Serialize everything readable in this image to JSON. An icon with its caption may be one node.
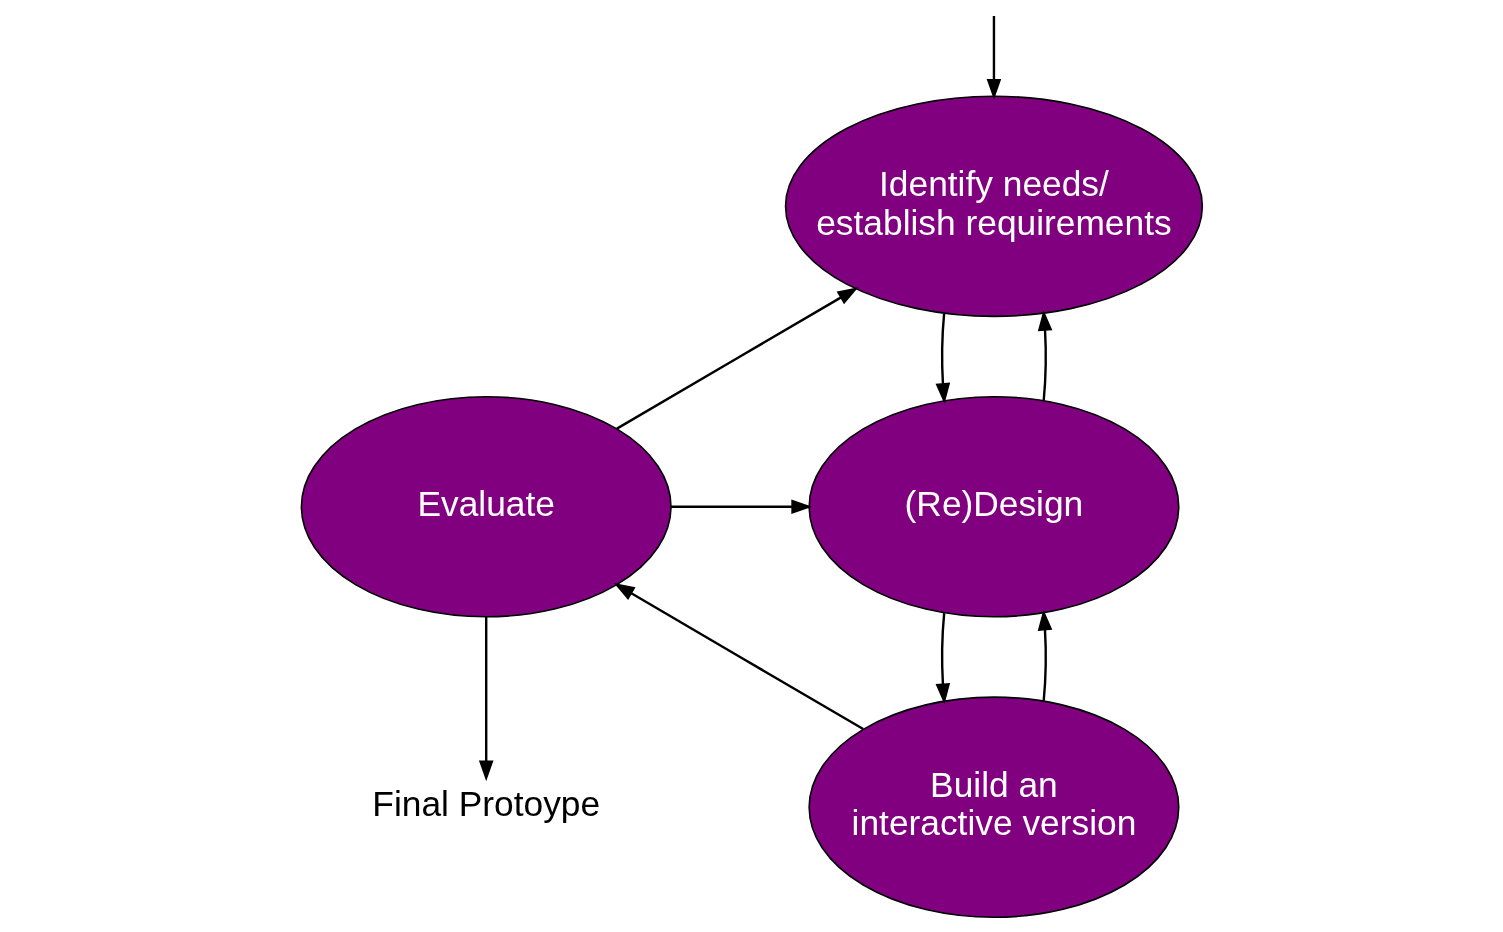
{
  "diagram": {
    "nodes": [
      {
        "text": [
          "Identify needs/ establish requirements"
        ]
      },
      {
        "text": [
          "(Re)Design"
        ]
      },
      {
        "text": [
          "Build an interactive version"
        ]
      },
      {
        "text": [
          "Evaluate"
        ]
      },
      {
        "text": [
          "Final Protoype"
        ]
      }
    ],
    "edges": [
      {
        "from": null,
        "to": 0,
        "arrow": "to"
      },
      {
        "from": 0,
        "to": 1,
        "arrow": "to"
      },
      {
        "from": 1,
        "to": 0,
        "arrow": "to"
      },
      {
        "from": 1,
        "to": 2,
        "arrow": "to"
      },
      {
        "from": 2,
        "to": 1,
        "arrow": "to"
      },
      {
        "from": 2,
        "to": 3,
        "arrow": "to"
      },
      {
        "from": 3,
        "to": 0,
        "arrow": "to"
      },
      {
        "from": 3,
        "to": 1,
        "arrow": "to"
      },
      {
        "from": 3,
        "to": 4,
        "arrow": "to"
      }
    ]
  }
}
